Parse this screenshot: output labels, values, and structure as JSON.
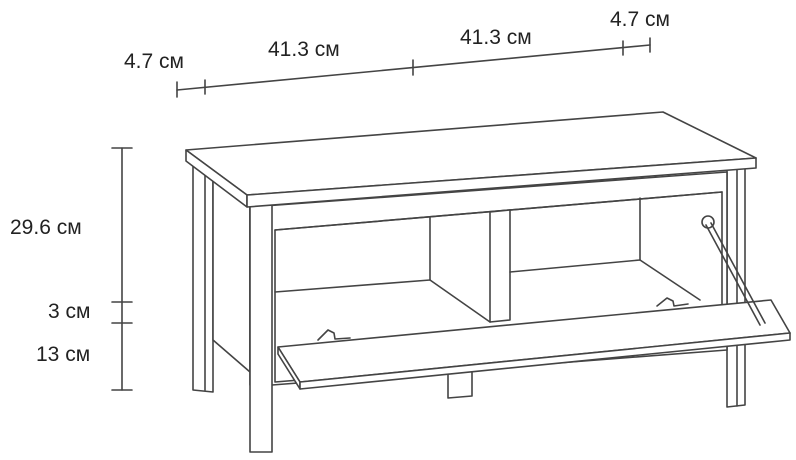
{
  "dimensions": {
    "width_segments": [
      "4.7 см",
      "41.3 см",
      "41.3 см",
      "4.7 см"
    ],
    "height_segments": [
      "29.6 см",
      "3 см",
      "13 см"
    ]
  }
}
